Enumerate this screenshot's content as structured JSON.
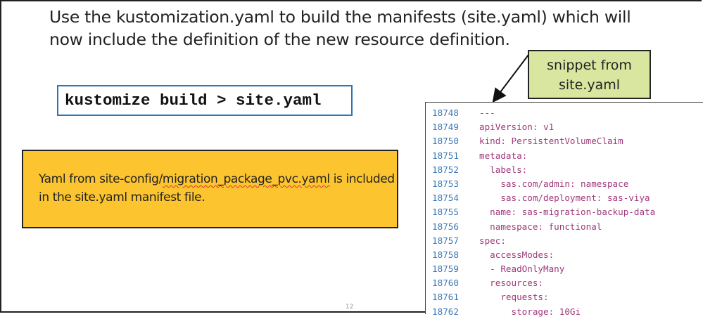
{
  "slide": {
    "heading": "Use the kustomization.yaml to build the manifests (site.yaml) which will now include the definition of the new resource definition.",
    "command": "kustomize build > site.yaml",
    "note": {
      "prefix": "Yaml from site-config/",
      "filename": "migration_package_pvc.yaml",
      "suffix": " is included in the site.yaml manifest file."
    },
    "callout": "snippet from site.yaml",
    "page_number": "12",
    "colors": {
      "command_border": "#2e75b6",
      "note_background": "#fcc52f",
      "callout_background": "#d8e6a0",
      "line_number": "#3a78b5",
      "code_text": "#a03a7a"
    }
  },
  "code_snippet": {
    "lines": [
      {
        "num": "18748",
        "text": "---"
      },
      {
        "num": "18749",
        "text": "apiVersion: v1"
      },
      {
        "num": "18750",
        "text": "kind: PersistentVolumeClaim"
      },
      {
        "num": "18751",
        "text": "metadata:"
      },
      {
        "num": "18752",
        "text": "  labels:"
      },
      {
        "num": "18753",
        "text": "    sas.com/admin: namespace"
      },
      {
        "num": "18754",
        "text": "    sas.com/deployment: sas-viya"
      },
      {
        "num": "18755",
        "text": "  name: sas-migration-backup-data"
      },
      {
        "num": "18756",
        "text": "  namespace: functional"
      },
      {
        "num": "18757",
        "text": "spec:"
      },
      {
        "num": "18758",
        "text": "  accessModes:"
      },
      {
        "num": "18759",
        "text": "  - ReadOnlyMany"
      },
      {
        "num": "18760",
        "text": "  resources:"
      },
      {
        "num": "18761",
        "text": "    requests:"
      },
      {
        "num": "18762",
        "text": "      storage: 10Gi"
      }
    ]
  }
}
